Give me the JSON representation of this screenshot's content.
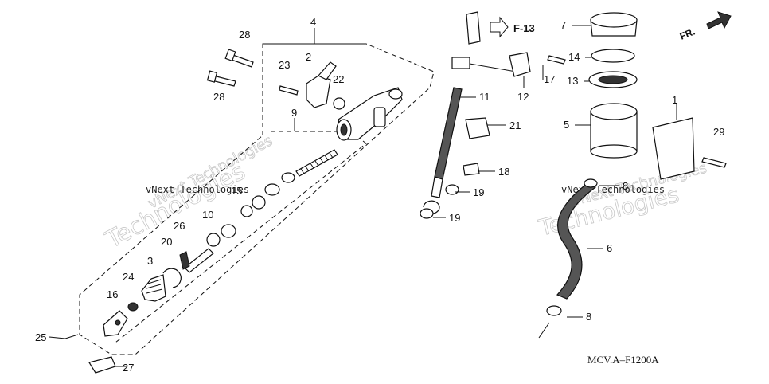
{
  "diagram_code": "MCV.A–F1200A",
  "reference": "F-13",
  "direction_label": "FR.",
  "watermark_big": "Technologies",
  "watermark_small": "vNext Technologies",
  "parts": [
    {
      "id": "p1",
      "label": "1"
    },
    {
      "id": "p2",
      "label": "2"
    },
    {
      "id": "p3",
      "label": "3"
    },
    {
      "id": "p4",
      "label": "4"
    },
    {
      "id": "p5",
      "label": "5"
    },
    {
      "id": "p6",
      "label": "6"
    },
    {
      "id": "p7",
      "label": "7"
    },
    {
      "id": "p8a",
      "label": "8"
    },
    {
      "id": "p8b",
      "label": "8"
    },
    {
      "id": "p9",
      "label": "9"
    },
    {
      "id": "p10",
      "label": "10"
    },
    {
      "id": "p11",
      "label": "11"
    },
    {
      "id": "p12",
      "label": "12"
    },
    {
      "id": "p13",
      "label": "13"
    },
    {
      "id": "p14",
      "label": "14"
    },
    {
      "id": "p15",
      "label": "15"
    },
    {
      "id": "p16",
      "label": "16"
    },
    {
      "id": "p17",
      "label": "17"
    },
    {
      "id": "p18",
      "label": "18"
    },
    {
      "id": "p19a",
      "label": "19"
    },
    {
      "id": "p19b",
      "label": "19"
    },
    {
      "id": "p20",
      "label": "20"
    },
    {
      "id": "p21",
      "label": "21"
    },
    {
      "id": "p22",
      "label": "22"
    },
    {
      "id": "p23",
      "label": "23"
    },
    {
      "id": "p24",
      "label": "24"
    },
    {
      "id": "p25",
      "label": "25"
    },
    {
      "id": "p26",
      "label": "26"
    },
    {
      "id": "p27",
      "label": "27"
    },
    {
      "id": "p28a",
      "label": "28"
    },
    {
      "id": "p28b",
      "label": "28"
    },
    {
      "id": "p29",
      "label": "29"
    }
  ]
}
